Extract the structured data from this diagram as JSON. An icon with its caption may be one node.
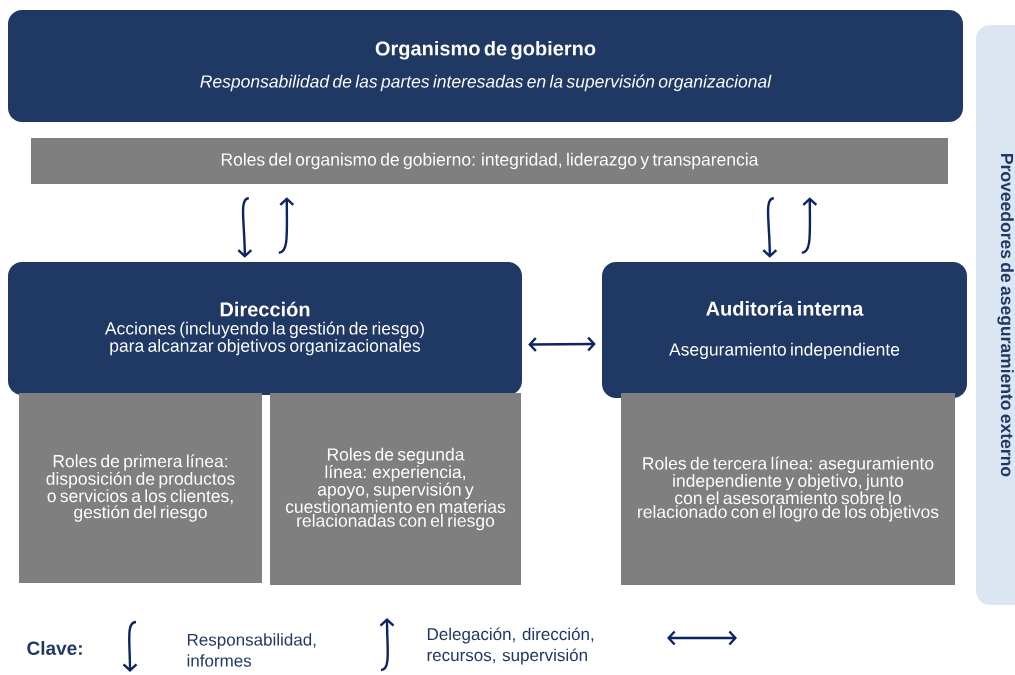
{
  "diagram": {
    "nodes": [
      {
        "text": [
          "Organismo de gobierno",
          "Responsabilidad de las partes interesadas en la supervisión organizacional"
        ]
      },
      {
        "text": [
          "Roles del organismo de gobierno: integridad, liderazgo y transparencia"
        ]
      },
      {
        "text": [
          "Dirección",
          "Acciones (incluyendo la gestión de riesgo) para alcanzar objetivos organizacionales"
        ]
      },
      {
        "text": [
          "Auditoría interna",
          "Aseguramiento independiente"
        ]
      },
      {
        "text": [
          "Roles de primera línea: disposición de productos o servicios a los clientes, gestión del riesgo"
        ]
      },
      {
        "text": [
          "Roles de segunda línea: experiencia, apoyo, supervisión y cuestionamiento en materias relacionadas con el riesgo"
        ]
      },
      {
        "text": [
          "Roles de tercera línea: aseguramiento independiente y objetivo, junto con el asesoramiento sobre lo relacionado con el logro de los objetivos"
        ]
      },
      {
        "text": [
          "Proveedores de aseguramiento externo"
        ]
      }
    ],
    "edges": [
      {
        "from": 1,
        "to": 2,
        "arrow": "to"
      },
      {
        "from": 2,
        "to": 1,
        "arrow": "to"
      },
      {
        "from": 1,
        "to": 3,
        "arrow": "to"
      },
      {
        "from": 3,
        "to": 1,
        "arrow": "to"
      },
      {
        "from": 2,
        "to": 3,
        "arrow": "both"
      }
    ],
    "labels": [
      "Clave:"
    ],
    "legend": [
      {
        "text": "Responsabilidad, informes"
      },
      {
        "text": "Delegación, dirección, recursos, supervisión"
      }
    ]
  }
}
